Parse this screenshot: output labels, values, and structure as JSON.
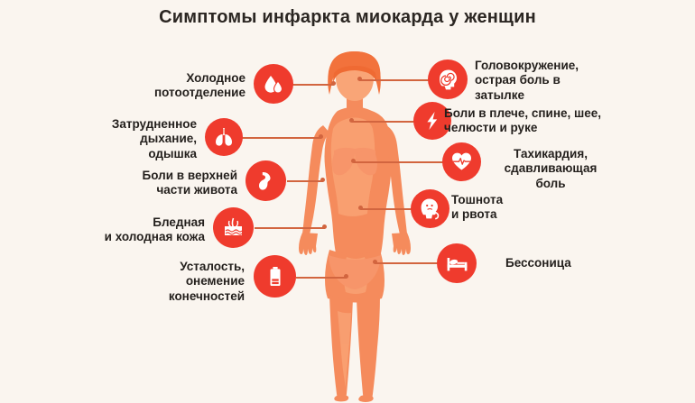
{
  "page": {
    "title": "Симптомы инфаркта миокарда у женщин",
    "background_color": "#faf5ef",
    "accent_color": "#ef3b2d",
    "connector_color": "#d2653f",
    "body_color": "#f58b5c",
    "text_color": "#231f1c"
  },
  "figure": {
    "name": "female-body-silhouette",
    "skin_color": "#f58b5c",
    "skin_shade": "#f9a377",
    "hair_color": "#f2723c",
    "underwear_color": "#f7956a"
  },
  "symptoms_left": [
    {
      "id": "cold-sweat",
      "label": "Холодное\nпотоотделение",
      "icon": "sweat-drops-icon"
    },
    {
      "id": "shortness-of-breath",
      "label": "Затрудненное\nдыхание,\nодышка",
      "icon": "lungs-icon"
    },
    {
      "id": "upper-abdomen-pain",
      "label": "Боли в верхней\nчасти живота",
      "icon": "stomach-icon"
    },
    {
      "id": "pale-cold-skin",
      "label": "Бледная\nи холодная кожа",
      "icon": "skin-icon"
    },
    {
      "id": "fatigue-numbness",
      "label": "Усталость,\nонемение\nконечностей",
      "icon": "low-battery-icon"
    }
  ],
  "symptoms_right": [
    {
      "id": "dizziness",
      "label": "Головокружение,\nострая боль в\nзатылке",
      "icon": "dizzy-head-icon"
    },
    {
      "id": "radiating-pain",
      "label": "Боли в плече, спине, шее,\nчелюсти и руке",
      "icon": "lightning-bolt-icon"
    },
    {
      "id": "tachycardia",
      "label": "Тахикардия,\nсдавливающая\nболь",
      "icon": "heart-pulse-icon"
    },
    {
      "id": "nausea-vomiting",
      "label": "Тошнота\nи рвота",
      "icon": "nausea-head-icon"
    },
    {
      "id": "insomnia",
      "label": "Бессоница",
      "icon": "bed-icon"
    }
  ]
}
